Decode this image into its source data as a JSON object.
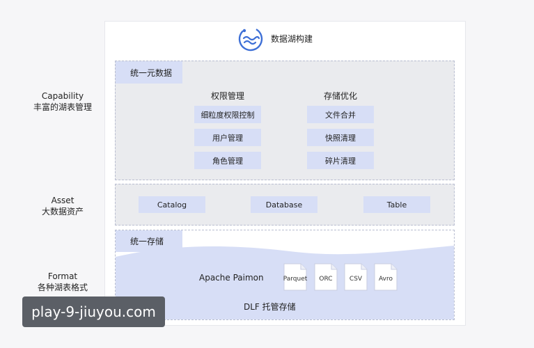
{
  "header": {
    "title": "数据湖构建",
    "logo_icon": "water-lake-icon"
  },
  "side_labels": {
    "capability": {
      "en": "Capability",
      "cn": "丰富的湖表管理"
    },
    "asset": {
      "en": "Asset",
      "cn": "大数据资产"
    },
    "format": {
      "en": "Format",
      "cn": "各种湖表格式"
    }
  },
  "metadata_section": {
    "title": "统一元数据",
    "permission": {
      "title": "权限管理",
      "items": [
        "细粒度权限控制",
        "用户管理",
        "角色管理"
      ]
    },
    "storage_opt": {
      "title": "存储优化",
      "items": [
        "文件合并",
        "快照清理",
        "碎片清理"
      ]
    }
  },
  "asset_section": {
    "items": [
      "Catalog",
      "Database",
      "Table"
    ]
  },
  "storage_section": {
    "title": "统一存储",
    "engine": "Apache Paimon",
    "formats": [
      "Parquet",
      "ORC",
      "CSV",
      "Avro"
    ],
    "footer": "DLF 托管存储"
  },
  "watermark": "play-9-jiuyou.com",
  "colors": {
    "accent": "#3d6fd6",
    "tag_bg": "#d7def6",
    "section_bg": "#eaebee",
    "wave": "#d7def6"
  }
}
